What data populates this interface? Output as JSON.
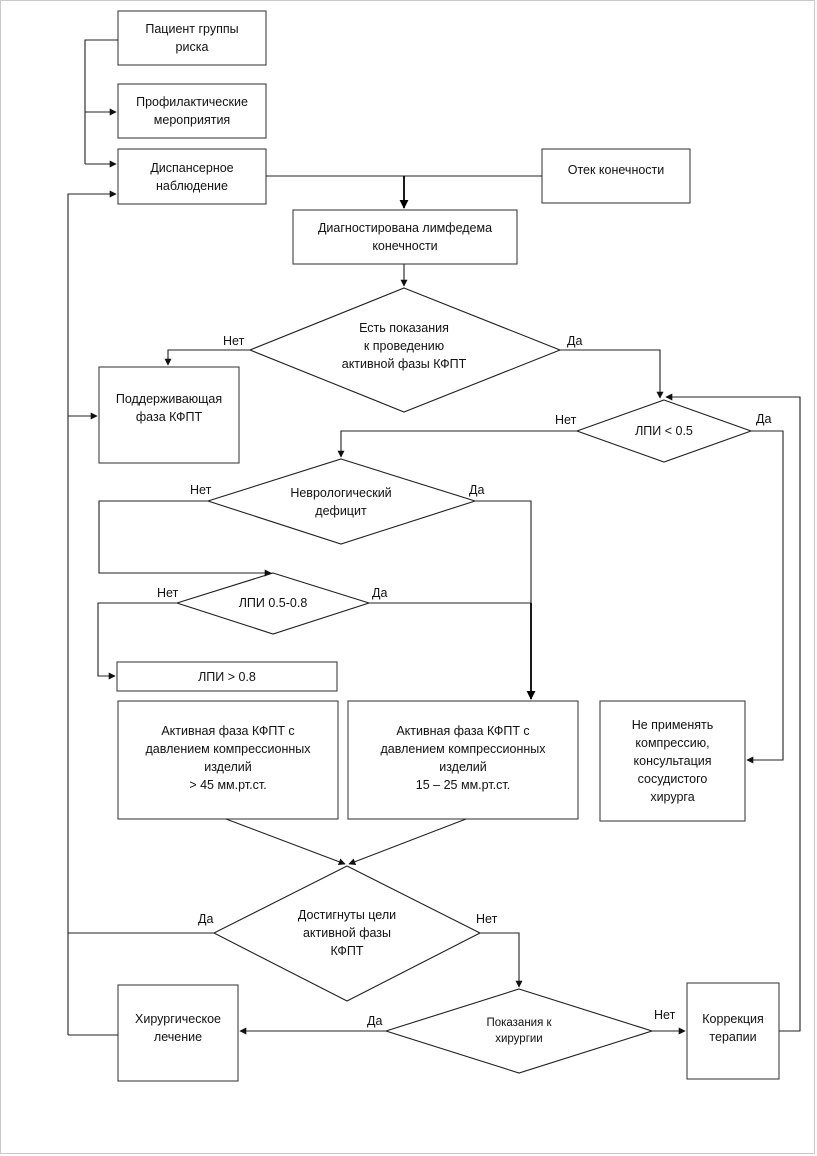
{
  "nodes": {
    "risk_patient": "Пациент группы\nриска",
    "prevention": "Профилактические\nмероприятия",
    "dispensary": "Диспансерное\nнаблюдение",
    "limb_edema": "Отек конечности",
    "lymphedema_diagnosed": "Диагностирована лимфедема\nконечности",
    "indications_active_phase": "Есть показания\nк проведению\nактивной фазы КФПТ",
    "maintenance_phase": "Поддерживающая\nфаза КФПТ",
    "abi_lt_05": "ЛПИ < 0.5",
    "neuro_deficit": "Неврологический\nдефицит",
    "abi_05_08": "ЛПИ  0.5-0.8",
    "abi_gt_08": "ЛПИ > 0.8",
    "active_45": "Активная фаза КФПТ с\nдавлением компрессионных\nизделий\n> 45 мм.рт.ст.",
    "active_15_25": "Активная фаза КФПТ с\nдавлением компрессионных\nизделий\n15 – 25 мм.рт.ст.",
    "no_compression": "Не применять\nкомпрессию,\nконсультация\nсосудистого\nхирурга",
    "goals_reached": "Достигнуты цели\nактивной фазы\nКФПТ",
    "surgery_indications": "Показания к\nхирургии",
    "surgical_treatment": "Хирургическое\nлечение",
    "therapy_correction": "Коррекция\nтерапии"
  },
  "edge_labels": {
    "indications_no": "Нет",
    "indications_yes": "Да",
    "abi_lt_05_no": "Нет",
    "abi_lt_05_yes": "Да",
    "neuro_no": "Нет",
    "neuro_yes": "Да",
    "abi_05_08_no": "Нет",
    "abi_05_08_yes": "Да",
    "goals_yes": "Да",
    "goals_no": "Нет",
    "surgery_yes": "Да",
    "surgery_no": "Нет"
  }
}
